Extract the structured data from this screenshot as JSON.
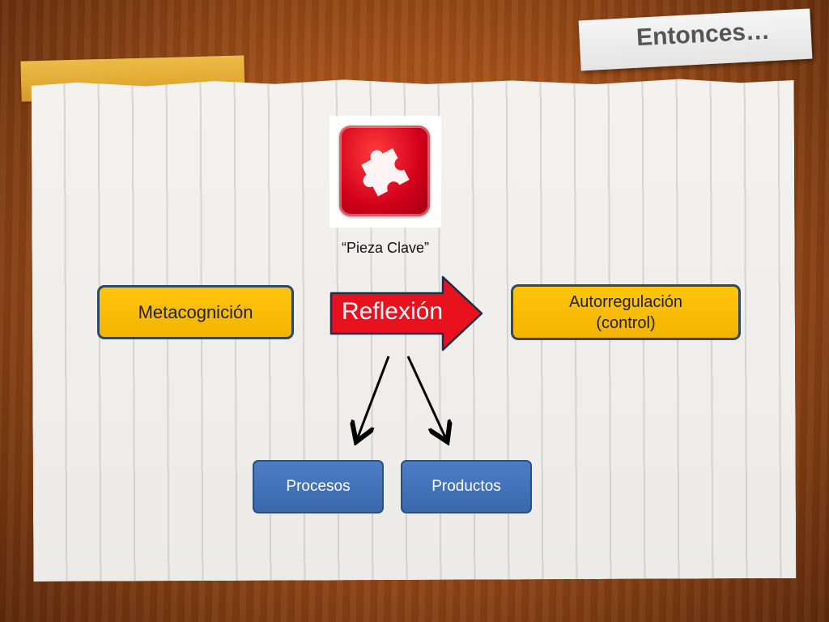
{
  "slide": {
    "title": "Entonces…"
  },
  "icon": {
    "name": "puzzle-piece-icon",
    "caption": "“Pieza Clave”"
  },
  "diagram": {
    "left_box": "Metacognición",
    "center_arrow": "Reflexión",
    "right_box_line1": "Autorregulación",
    "right_box_line2": "(control)",
    "bottom_left": "Procesos",
    "bottom_right": "Productos"
  },
  "colors": {
    "gold_box": "#ffc50c",
    "blue_box": "#4472c4",
    "arrow_red": "#e8121e"
  }
}
